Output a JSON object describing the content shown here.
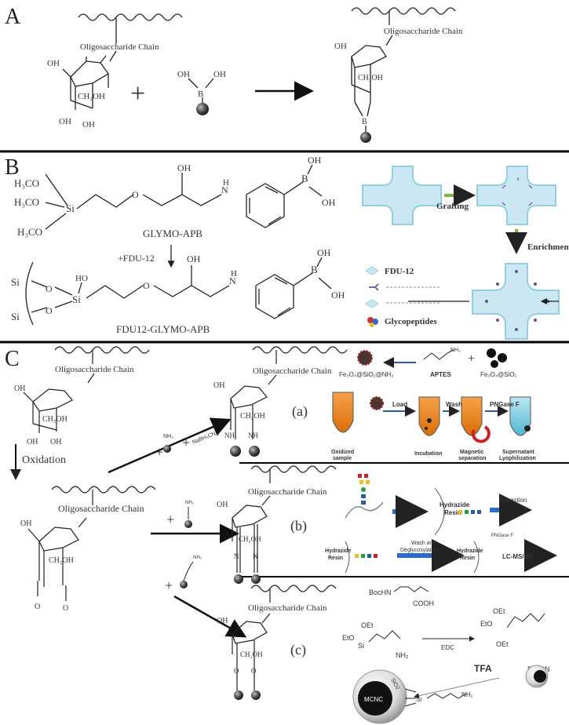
{
  "panels": {
    "a": {
      "letter": "A",
      "chain_label": "Oligosaccharide Chain",
      "oh": "OH",
      "ch2oh": "CH₂OH",
      "plus": "+",
      "b": "B"
    },
    "b": {
      "letter": "B",
      "h3co": "H₃CO",
      "si": "Si",
      "oh": "OH",
      "nh": "N",
      "h": "H",
      "b": "B",
      "o": "O",
      "ho": "HO",
      "glymo_apb": "GLYMO-APB",
      "plus_fdu": "+FDU-12",
      "fdu_glymo_apb": "FDU12-GLYMO-APB",
      "grafting": "Grafting",
      "enrichment": "Enrichment",
      "legend": [
        "FDU-12",
        "Glycopeptides"
      ]
    },
    "c": {
      "letter": "C",
      "chain_label": "Oligosaccharide Chain",
      "oxidation": "Oxidation",
      "oh": "OH",
      "ch2oh": "CH₂OH",
      "o": "O",
      "nh": "NH",
      "n": "N",
      "plus": "+",
      "nh2": "NH₂",
      "nabh3cn": "NaBH₃CN",
      "sub_a": "(a)",
      "sub_b": "(b)",
      "sub_c": "(c)",
      "a_scheme": {
        "apt": "APTES",
        "fe_nh2": "Fe₃O₄@SiO₂@NH₂",
        "fe_sio2": "Fe₃O₄@SiO₂",
        "load": "Load",
        "wash": "Wash",
        "pngase": "PNGase F",
        "oxidized": "Oxidized\nsample",
        "incubation": "Incubation",
        "magnetic": "Magnetic\nseparation",
        "supernatant": "Supernatant\nLyophilization"
      },
      "b_scheme": {
        "hydrazide": "Hydrazide\nResin",
        "digestion": "Digestion",
        "wash_deglyco": "Wash and\nDeglycosylation",
        "pngase": "PNGase F",
        "lcms": "LC-MS/MS"
      },
      "c_scheme": {
        "bochn": "BocHN",
        "cooh": "COOH",
        "eto": "EtO",
        "oet": "OEt",
        "edc": "EDC",
        "tfa": "TFA",
        "mcnc": "MCNC",
        "sio2": "SiO2"
      }
    }
  }
}
